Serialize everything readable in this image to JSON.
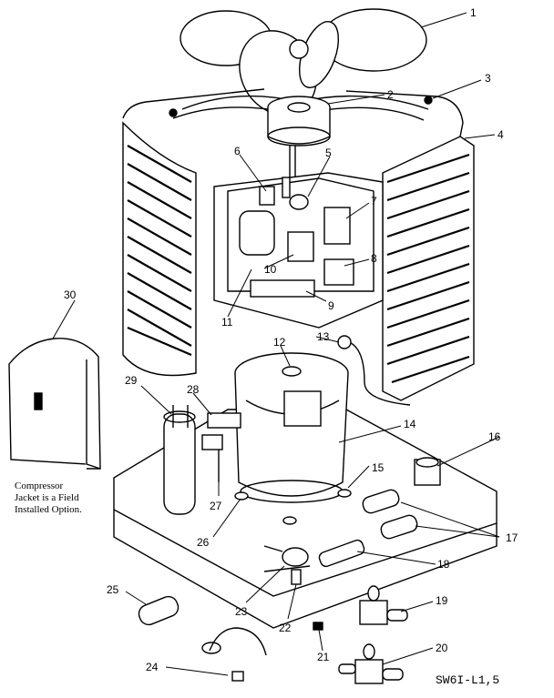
{
  "diagram": {
    "part_numbers": [
      "1",
      "2",
      "3",
      "4",
      "5",
      "6",
      "7",
      "8",
      "9",
      "10",
      "11",
      "12",
      "13",
      "14",
      "15",
      "16",
      "17",
      "18",
      "19",
      "20",
      "21",
      "22",
      "23",
      "24",
      "25",
      "26",
      "27",
      "28",
      "29",
      "30"
    ],
    "note_line1": "Compressor",
    "note_line2": "Jacket is a Field",
    "note_line3": "Installed Option.",
    "drawing_code": "SW6I-L1,5"
  }
}
